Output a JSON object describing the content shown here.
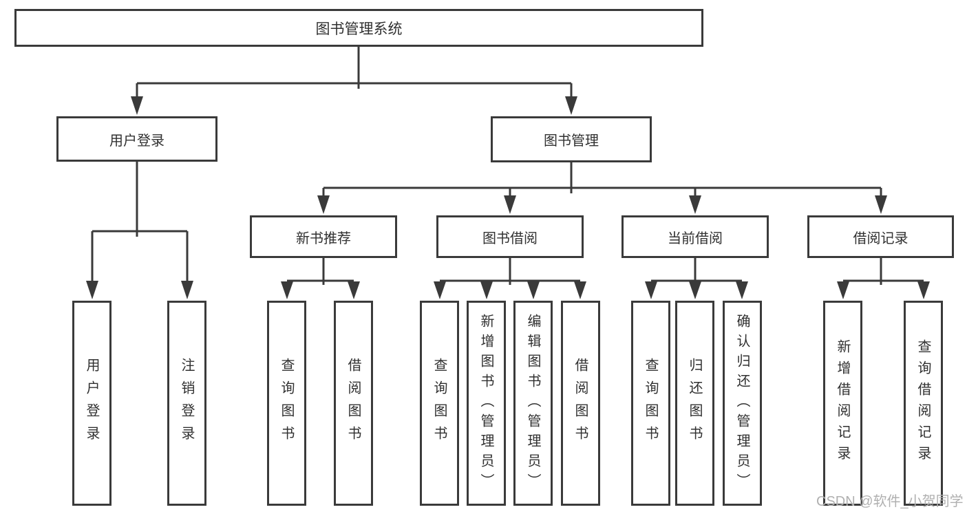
{
  "diagram": {
    "root": {
      "label": "图书管理系统"
    },
    "branches": {
      "user_login": {
        "label": "用户登录",
        "children": [
          {
            "label": "用户登录"
          },
          {
            "label": "注销登录"
          }
        ]
      },
      "book_mgmt": {
        "label": "图书管理",
        "sections": [
          {
            "label": "新书推荐",
            "children": [
              {
                "label": "查询图书"
              },
              {
                "label": "借阅图书"
              }
            ]
          },
          {
            "label": "图书借阅",
            "children": [
              {
                "label": "查询图书"
              },
              {
                "label": "新增图书（管理员）"
              },
              {
                "label": "编辑图书（管理员）"
              },
              {
                "label": "借阅图书"
              }
            ]
          },
          {
            "label": "当前借阅",
            "children": [
              {
                "label": "查询图书"
              },
              {
                "label": "归还图书"
              },
              {
                "label": "确认归还（管理员）"
              }
            ]
          },
          {
            "label": "借阅记录",
            "children": [
              {
                "label": "新增借阅记录"
              },
              {
                "label": "查询借阅记录"
              }
            ]
          }
        ]
      }
    }
  },
  "watermark": {
    "text": "CSDN @软件_小贺同学"
  },
  "colors": {
    "line": "#3a3a3a",
    "box_border": "#3a3a3a",
    "box_background": "#ffffff",
    "text": "#303030",
    "watermark": "#b0b0b0",
    "page_background": "#ffffff"
  }
}
